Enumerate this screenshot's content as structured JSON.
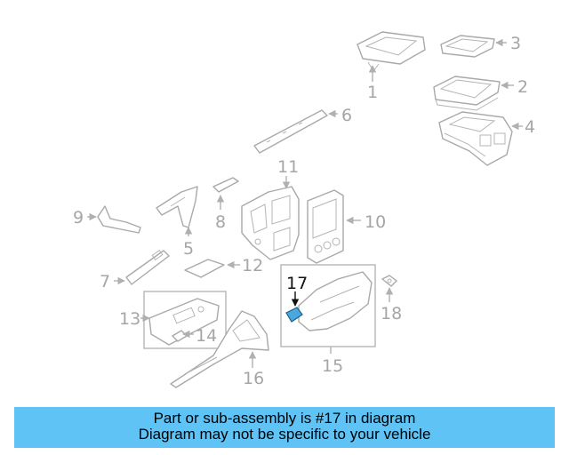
{
  "callouts": {
    "c1": "1",
    "c2": "2",
    "c3": "3",
    "c4": "4",
    "c5": "5",
    "c6": "6",
    "c7": "7",
    "c8": "8",
    "c9": "9",
    "c10": "10",
    "c11": "11",
    "c12": "12",
    "c13": "13",
    "c14": "14",
    "c15": "15",
    "c16": "16",
    "c17": "17",
    "c18": "18"
  },
  "highlighted_part": "17",
  "colors": {
    "banner_bg": "#5fc3f5",
    "highlight_part": "#4aa8de",
    "line_art": "#a9a9a9"
  },
  "banner": {
    "line1": "Part or sub-assembly is #17 in diagram",
    "line2": "Diagram may not be specific to your vehicle"
  }
}
